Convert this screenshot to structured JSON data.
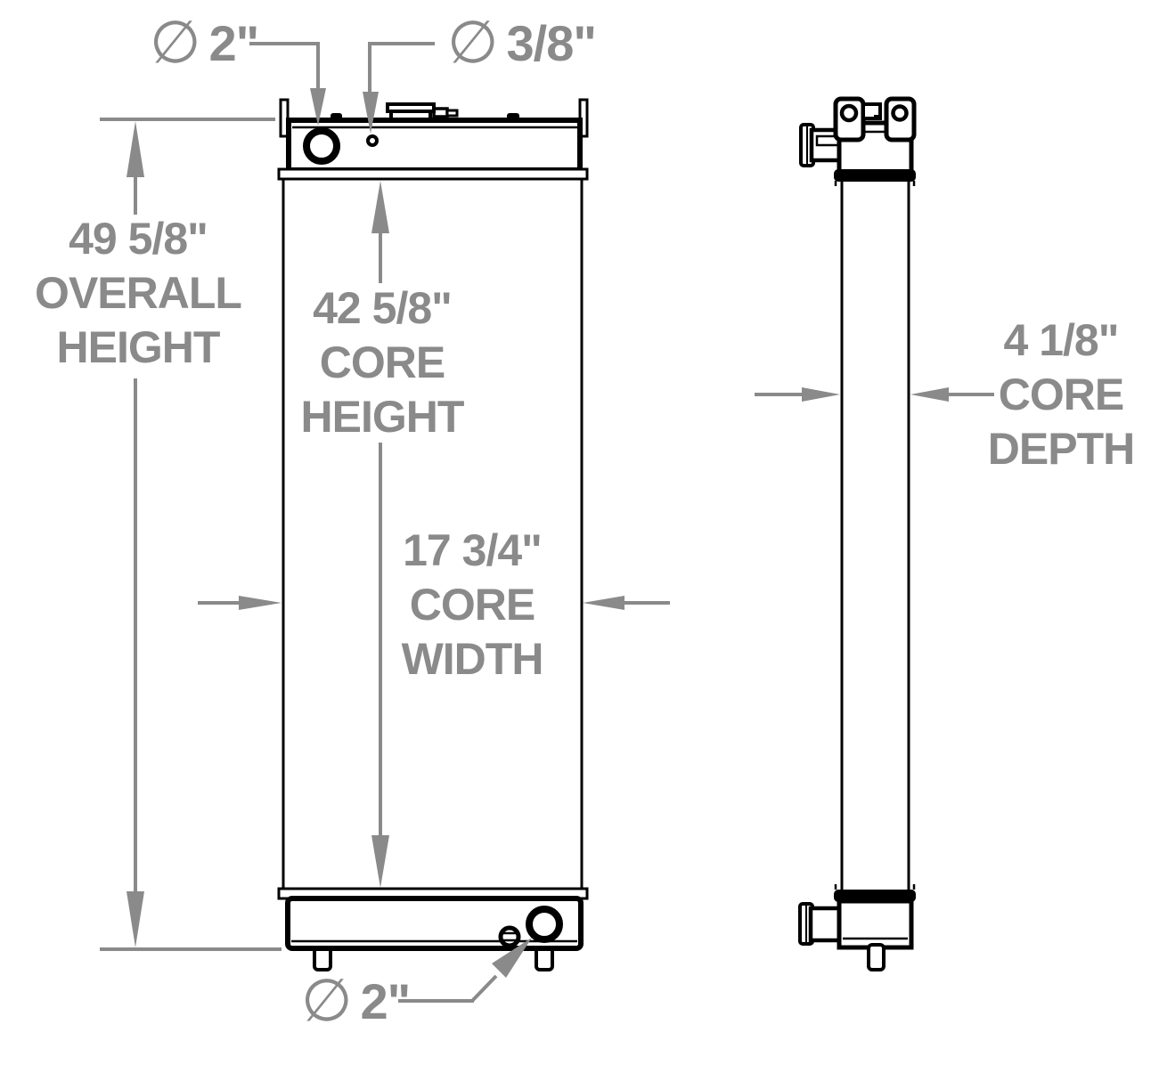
{
  "colors": {
    "dimension_gray": "#8a8a8a",
    "outline_black": "#000000",
    "background": "#ffffff"
  },
  "dimensions": {
    "overall_height": {
      "lines": [
        "49 5/8\"",
        "OVERALL",
        "HEIGHT"
      ]
    },
    "core_height": {
      "lines": [
        "42 5/8\"",
        "CORE",
        "HEIGHT"
      ]
    },
    "core_width": {
      "lines": [
        "17 3/4\"",
        "CORE",
        "WIDTH"
      ]
    },
    "core_depth": {
      "lines": [
        "4 1/8\"",
        "CORE",
        "DEPTH"
      ]
    }
  },
  "ports": {
    "top_inlet": {
      "symbol": "∅",
      "size": "2\""
    },
    "vent_hole": {
      "symbol": "∅",
      "size": "3/8\""
    },
    "bottom_outlet": {
      "symbol": "∅",
      "size": "2\""
    }
  }
}
